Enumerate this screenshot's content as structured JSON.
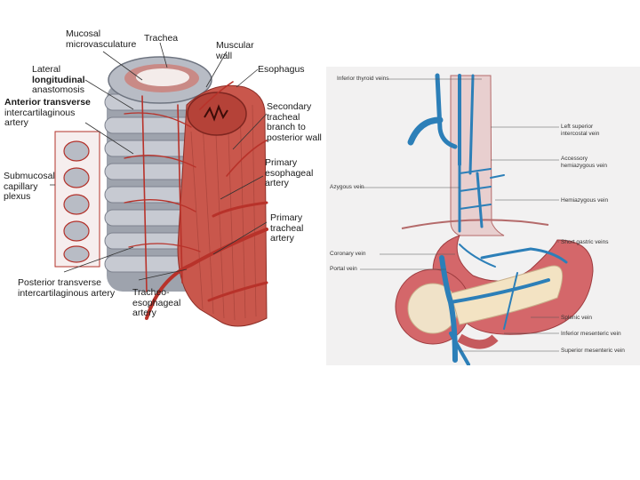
{
  "left_figure": {
    "labels": {
      "mucosal_microvasculature": [
        "Mucosal",
        "microvasculature"
      ],
      "trachea": "Trachea",
      "muscular_wall": [
        "Muscular",
        "wall"
      ],
      "esophagus": "Esophagus",
      "lateral_longitudinal_anastomosis": [
        "Lateral",
        "longitudinal",
        "anastomosis"
      ],
      "anterior_transverse_artery": [
        "Anterior transverse",
        "intercartilaginous",
        "artery"
      ],
      "secondary_tracheal_branch": [
        "Secondary",
        "tracheal",
        "branch to",
        "posterior wall"
      ],
      "submucosal_capillary_plexus": [
        "Submucosal",
        "capillary",
        "plexus"
      ],
      "primary_esophageal_artery": [
        "Primary",
        "esophageal",
        "artery"
      ],
      "primary_tracheal_artery": [
        "Primary",
        "tracheal",
        "artery"
      ],
      "posterior_transverse_artery": [
        "Posterior transverse",
        "intercartilaginous artery"
      ],
      "tracheoesophageal_artery": [
        "Tracheo-",
        "esophageal",
        "artery"
      ]
    }
  },
  "right_figure": {
    "labels": {
      "inferior_thyroid_veins": "Inferior thyroid veins",
      "left_superior_intercostal_vein": [
        "Left superior",
        "intercostal vein"
      ],
      "accessory_hemiazygous_vein": [
        "Accessory",
        "hemiazygous vein"
      ],
      "azygous_vein": "Azygous vein",
      "hemiazygous_vein": "Hemiazygous vein",
      "short_gastric_veins": "Short gastric veins",
      "coronary_vein": "Coronary vein",
      "portal_vein": "Portal vein",
      "splenic_vein": "Splenic vein",
      "inferior_mesenteric_vein": "Inferior mesenteric vein",
      "superior_mesenteric_vein": "Superior mesenteric vein"
    }
  },
  "colors": {
    "artery": "#c0392b",
    "muscle": "#c9574c",
    "vein": "#2c7fb8",
    "cartilage": "#a9adb8",
    "stomach": "#d4676a",
    "background_right": "#f2f1f1"
  }
}
